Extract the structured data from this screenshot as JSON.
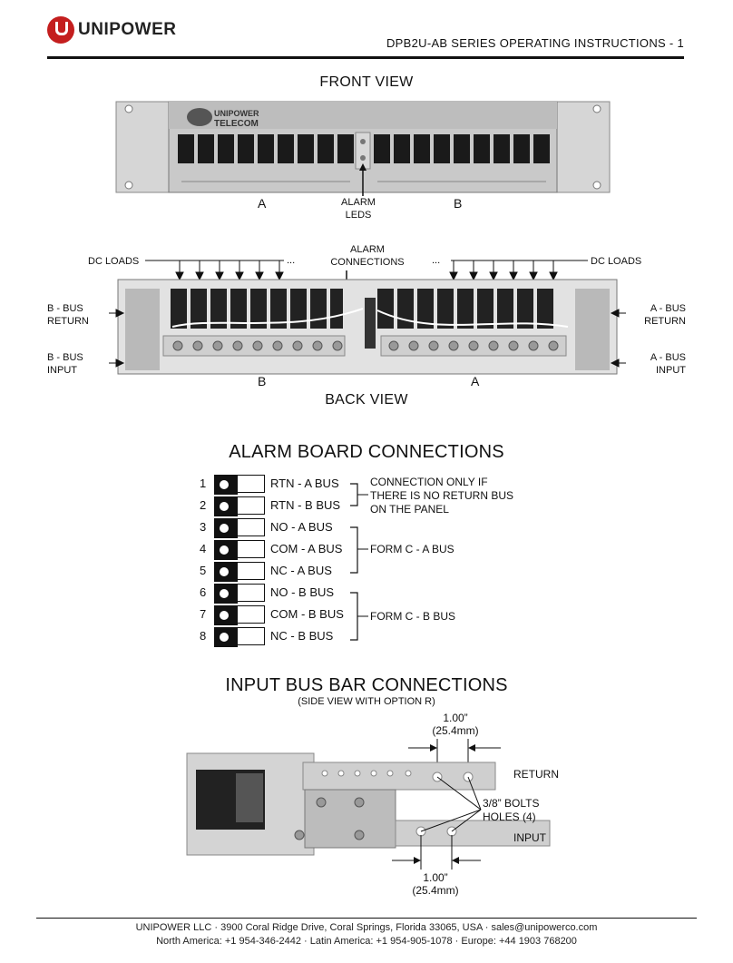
{
  "header": {
    "brand": "UNIPOWER",
    "doc_title": "DPB2U-AB SERIES OPERATING INSTRUCTIONS - 1"
  },
  "front_view": {
    "title": "FRONT VIEW",
    "panel_brand_1": "UNIPOWER",
    "panel_brand_2": "TELECOM",
    "label_a": "A",
    "label_b": "B",
    "alarm_leds_1": "ALARM",
    "alarm_leds_2": "LEDS"
  },
  "back_view": {
    "title": "BACK VIEW",
    "dc_loads_left": "DC LOADS",
    "dc_loads_right": "DC LOADS",
    "alarm_connections_1": "ALARM",
    "alarm_connections_2": "CONNECTIONS",
    "b_bus_return_1": "B - BUS",
    "b_bus_return_2": "RETURN",
    "b_bus_input_1": "B - BUS",
    "b_bus_input_2": "INPUT",
    "a_bus_return_1": "A - BUS",
    "a_bus_return_2": "RETURN",
    "a_bus_input_1": "A - BUS",
    "a_bus_input_2": "INPUT",
    "label_b": "B",
    "label_a": "A",
    "ellipsis": "..."
  },
  "alarm_board": {
    "title": "ALARM BOARD CONNECTIONS",
    "pins": [
      {
        "num": "1",
        "label": "RTN - A BUS"
      },
      {
        "num": "2",
        "label": "RTN - B BUS"
      },
      {
        "num": "3",
        "label": "NO - A BUS"
      },
      {
        "num": "4",
        "label": "COM - A BUS"
      },
      {
        "num": "5",
        "label": "NC - A BUS"
      },
      {
        "num": "6",
        "label": "NO - B BUS"
      },
      {
        "num": "7",
        "label": "COM - B BUS"
      },
      {
        "num": "8",
        "label": "NC - B BUS"
      }
    ],
    "note_return_1": "CONNECTION ONLY IF",
    "note_return_2": "THERE IS NO RETURN BUS",
    "note_return_3": "ON THE PANEL",
    "form_c_a": "FORM C - A BUS",
    "form_c_b": "FORM C - B BUS"
  },
  "input_bus": {
    "title": "INPUT BUS BAR CONNECTIONS",
    "subtitle": "(SIDE VIEW WITH OPTION R)",
    "dim_top_1": "1.00”",
    "dim_top_2": "(25.4mm)",
    "dim_bottom_1": "1.00”",
    "dim_bottom_2": "(25.4mm)",
    "return_label": "RETURN",
    "input_label": "INPUT",
    "bolts_1": "3/8” BOLTS",
    "bolts_2": "HOLES (4)"
  },
  "footer": {
    "line1": "UNIPOWER LLC · 3900 Coral Ridge Drive, Coral Springs, Florida 33065, USA  ·  sales@unipowerco.com",
    "line2": "North America: +1 954-346-2442  ·  Latin America: +1 954-905-1078  ·  Europe: +44 1903 768200"
  },
  "colors": {
    "brand_red": "#c41e1e",
    "panel_gray": "#c9c9c9",
    "breaker_black": "#1a1a1a"
  }
}
